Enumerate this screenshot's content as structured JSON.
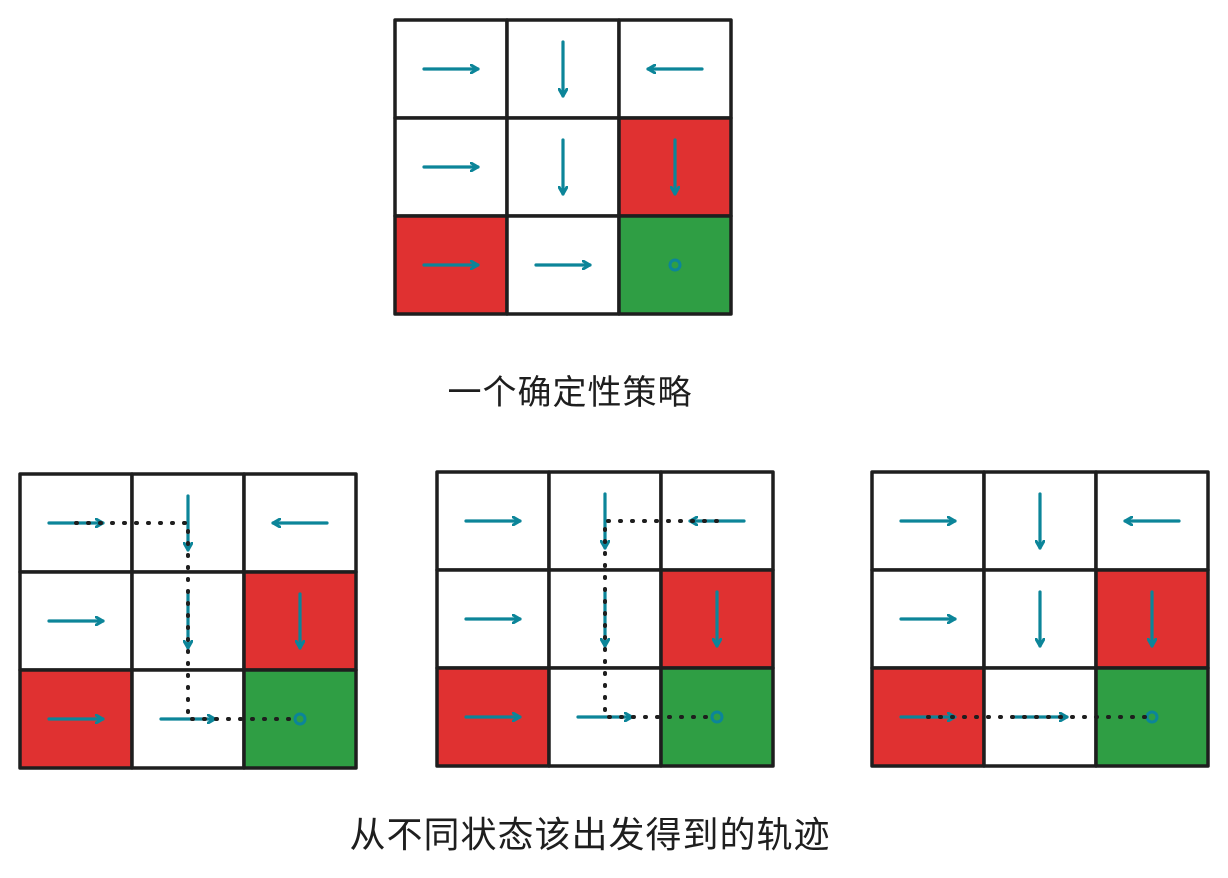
{
  "colors": {
    "white": "#ffffff",
    "red": "#e03131",
    "green": "#2f9e44",
    "arrow": "#0c8599",
    "stroke": "#1e1e1e",
    "path": "#1e1e1e"
  },
  "grid_size": 3,
  "policy": {
    "cells": [
      [
        "white",
        "white",
        "white"
      ],
      [
        "white",
        "white",
        "red"
      ],
      [
        "red",
        "white",
        "green"
      ]
    ],
    "actions": [
      [
        "right",
        "down",
        "left"
      ],
      [
        "right",
        "down",
        "down"
      ],
      [
        "right",
        "right",
        "stay"
      ]
    ]
  },
  "trajectories": [
    {
      "start": [
        0,
        0
      ],
      "states": [
        [
          0,
          0
        ],
        [
          0,
          1
        ],
        [
          1,
          1
        ],
        [
          2,
          1
        ],
        [
          2,
          2
        ]
      ]
    },
    {
      "start": [
        0,
        2
      ],
      "states": [
        [
          0,
          2
        ],
        [
          0,
          1
        ],
        [
          1,
          1
        ],
        [
          2,
          1
        ],
        [
          2,
          2
        ]
      ]
    },
    {
      "start": [
        2,
        0
      ],
      "states": [
        [
          2,
          0
        ],
        [
          2,
          1
        ],
        [
          2,
          2
        ]
      ]
    }
  ],
  "captions": {
    "top": "一个确定性策略",
    "bottom": "从不同状态该出发得到的轨迹"
  }
}
